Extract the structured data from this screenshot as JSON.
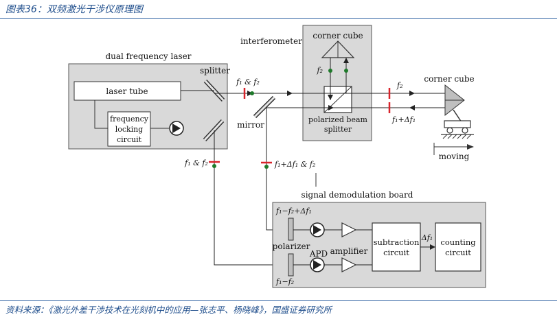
{
  "caption": "图表36：双频激光干涉仪原理图",
  "source": "资料来源：《激光外差干涉技术在光刻机中的应用—张志平、杨晓峰》，国盛证券研究所",
  "labels": {
    "dual_frequency_laser": "dual frequency laser",
    "laser_tube": "laser tube",
    "frequency_locking_circuit": [
      "frequency",
      "locking",
      "circuit"
    ],
    "splitter": "splitter",
    "mirror": "mirror",
    "interferometer": "interferometer",
    "corner_cube_top": "corner cube",
    "corner_cube_right": "corner cube",
    "polarized_beam_splitter": [
      "polarized beam",
      "splitter"
    ],
    "moving": "moving",
    "signal_demodulation_board": "signal demodulation board",
    "polarizer": "polarizer",
    "apd": "APD",
    "amplifier": "amplifier",
    "subtraction_circuit": [
      "subtraction",
      "circuit"
    ],
    "counting_circuit": [
      "counting",
      "circuit"
    ]
  },
  "beam_labels": {
    "f1_f2_top": "f₁ & f₂",
    "f2_cube": "f₂",
    "f2_right": "f₂",
    "f1_df1_right": "f₁+Δf₁",
    "f1_f2_left": "f₁ & f₂",
    "f1_df1_f2_mid": "f₁+Δf₁ & f₂",
    "f1_f2_df1_board": "f₁−f₂+Δf₁",
    "f1_f2_board": "f₁−f₂",
    "df1_board": "Δf₁"
  },
  "colors": {
    "box_fill": "#d9d9d9",
    "box_stroke": "#555555",
    "beam": "#222222",
    "marker_red": "#d8232a",
    "dot_green": "#1e7a2a",
    "caption_blue": "#1f4e8c"
  }
}
